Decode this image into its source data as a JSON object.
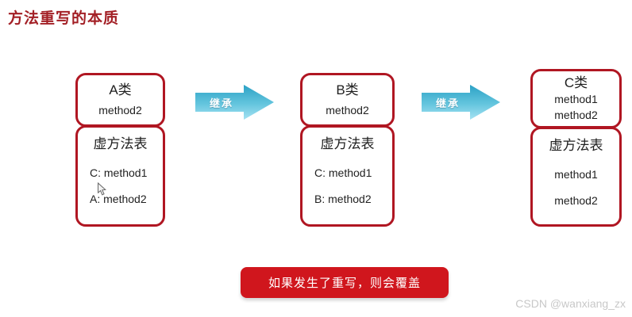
{
  "page": {
    "title": "方法重写的本质",
    "watermark": "CSDN @wanxiang_zx"
  },
  "colors": {
    "title_red": "#a32026",
    "box_border_red": "#b01622",
    "banner_red": "#d0161d",
    "arrow_blue_top": "#2ba1c5",
    "arrow_blue_bottom": "#a6e2f2",
    "watermark_gray": "#c8c8c8"
  },
  "diagram": {
    "classes": [
      {
        "name": "A类",
        "methods": [
          "method2"
        ],
        "vtable_title": "虚方法表",
        "vtable_entries": [
          "C: method1",
          "A: method2"
        ]
      },
      {
        "name": "B类",
        "methods": [
          "method2"
        ],
        "vtable_title": "虚方法表",
        "vtable_entries": [
          "C: method1",
          "B: method2"
        ]
      },
      {
        "name": "C类",
        "methods": [
          "method1",
          "method2"
        ],
        "vtable_title": "虚方法表",
        "vtable_entries": [
          "method1",
          "method2"
        ]
      }
    ],
    "arrows": [
      {
        "label": "继承"
      },
      {
        "label": "继承"
      }
    ],
    "note": "如果发生了重写，则会覆盖"
  }
}
